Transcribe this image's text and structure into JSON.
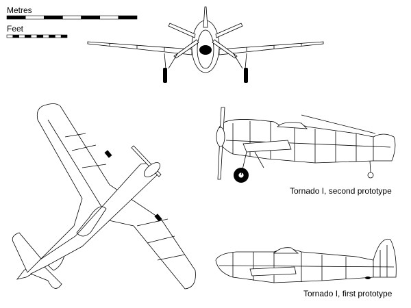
{
  "scale": {
    "metres_label": "Metres",
    "feet_label": "Feet",
    "metres_segments": 7,
    "feet_segments": 10
  },
  "captions": {
    "second_prototype": "Tornado I, second prototype",
    "first_prototype": "Tornado I, first prototype"
  }
}
